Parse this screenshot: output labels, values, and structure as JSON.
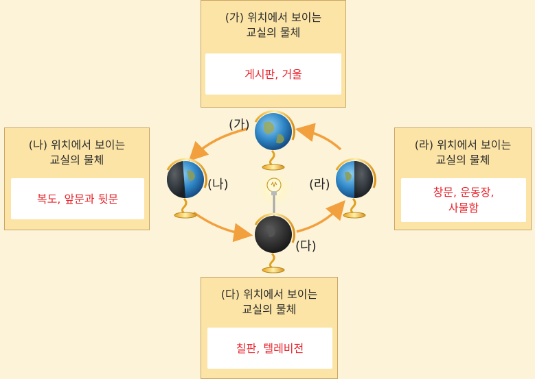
{
  "cards": {
    "ga": {
      "title_line1": "(가) 위치에서 보이는",
      "title_line2": "교실의 물체",
      "items": "게시판, 거울"
    },
    "na": {
      "title_line1": "(나) 위치에서 보이는",
      "title_line2": "교실의 물체",
      "items": "복도, 앞문과 뒷문"
    },
    "ra": {
      "title_line1": "(라) 위치에서 보이는",
      "title_line2": "교실의 물체",
      "items_line1": "창문, 운동장,",
      "items_line2": "사물함"
    },
    "da": {
      "title_line1": "(다) 위치에서 보이는",
      "title_line2": "교실의 물체",
      "items": "칠판, 텔레비전"
    }
  },
  "positions": {
    "ga": "(가)",
    "na": "(나)",
    "da": "(다)",
    "ra": "(라)"
  },
  "colors": {
    "background": "#fcf3d9",
    "card_fill": "#fbe4a6",
    "card_border": "#c9a566",
    "item_text": "#e8232b",
    "arrow": "#f2a03d"
  }
}
